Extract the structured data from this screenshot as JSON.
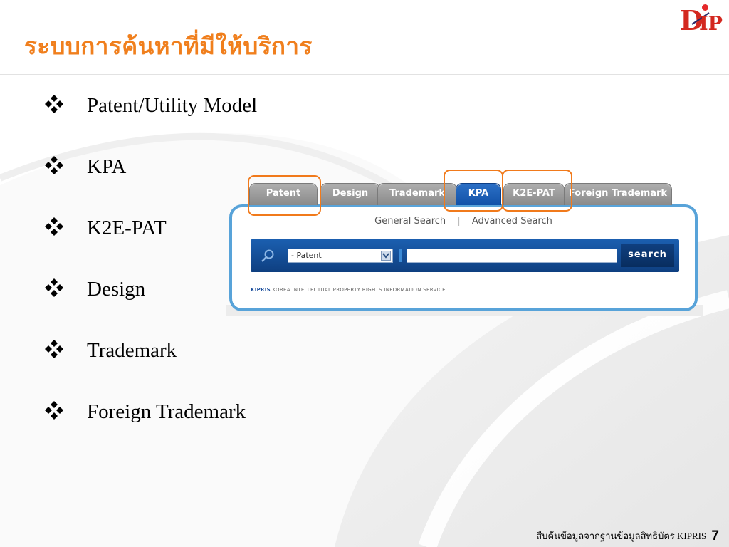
{
  "slide": {
    "title": "ระบบการค้นหาที่มีให้บริการ",
    "logo_text": "DIP",
    "footer_text": "สืบค้นข้อมูลจากฐานข้อมูลสิทธิบัตร KIPRIS",
    "page_number": "7"
  },
  "bullets": [
    {
      "label": "Patent/Utility Model"
    },
    {
      "label": "KPA"
    },
    {
      "label": "K2E-PAT"
    },
    {
      "label": "Design"
    },
    {
      "label": "Trademark"
    },
    {
      "label": "Foreign Trademark"
    }
  ],
  "screenshot": {
    "tabs": [
      {
        "label": "Patent"
      },
      {
        "label": "Design"
      },
      {
        "label": "Trademark"
      },
      {
        "label": "KPA"
      },
      {
        "label": "K2E-PAT"
      },
      {
        "label": "Foreign Trademark"
      }
    ],
    "active_tab": "KPA",
    "modes": {
      "general": "General Search",
      "separator": "|",
      "advanced": "Advanced Search"
    },
    "scope_value": "- Patent",
    "search_button": "search",
    "footer_brand": "KIPRIS",
    "footer_text": "KOREA INTELLECTUAL PROPERTY RIGHTS INFORMATION SERVICE"
  },
  "colors": {
    "title": "#f07f1d",
    "highlight": "#f17a1b",
    "tab_active": "#1252a8",
    "panel_border": "#58a3d9",
    "logo": "#d3281f"
  },
  "icons": {
    "bullet": "diamond-bullet-icon",
    "search": "magnifier-icon",
    "dropdown": "chevron-down-icon"
  }
}
